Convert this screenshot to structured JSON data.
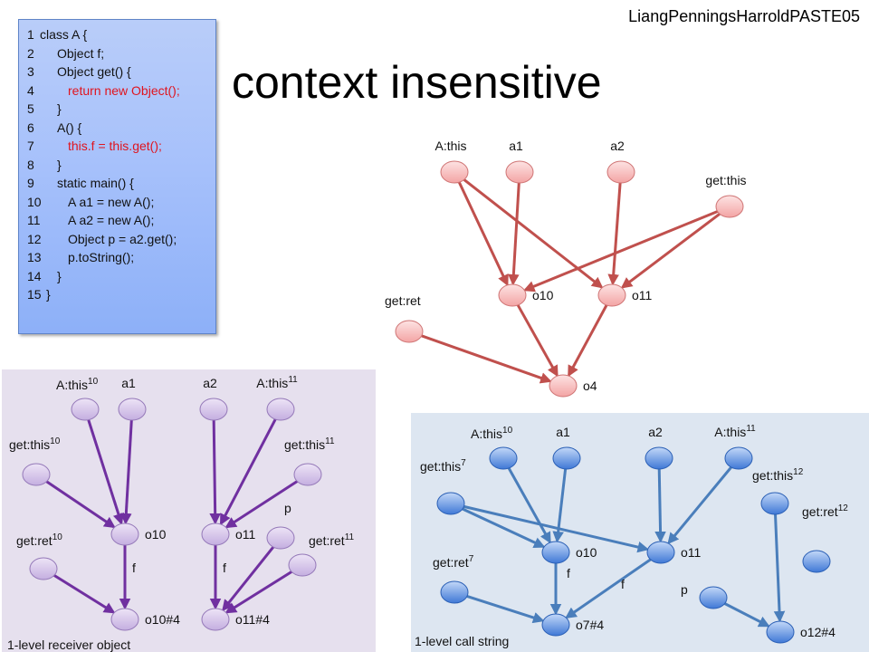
{
  "header": {
    "corner_label": "LiangPenningsHarroldPASTE05",
    "title": "context insensitive"
  },
  "code": [
    {
      "n": "1",
      "text": "class A {",
      "hl": false
    },
    {
      "n": "2",
      "text": "Object f;",
      "hl": false
    },
    {
      "n": "3",
      "text": "Object get() {",
      "hl": false
    },
    {
      "n": "4",
      "text": "return new Object();",
      "hl": true
    },
    {
      "n": "5",
      "text": "}",
      "hl": false
    },
    {
      "n": "6",
      "text": "A() {",
      "hl": false
    },
    {
      "n": "7",
      "text": "this.f = this.get();",
      "hl": true
    },
    {
      "n": "8",
      "text": "}",
      "hl": false
    },
    {
      "n": "9",
      "text": "static main() {",
      "hl": false
    },
    {
      "n": "10",
      "text": "A a1 = new A();",
      "hl": false
    },
    {
      "n": "11",
      "text": "A a2 = new A();",
      "hl": false
    },
    {
      "n": "12",
      "text": "Object p = a2.get();",
      "hl": false
    },
    {
      "n": "13",
      "text": "p.toString();",
      "hl": false
    },
    {
      "n": "14",
      "text": "}",
      "hl": false
    },
    {
      "n": "15",
      "text": "}",
      "hl": false
    }
  ],
  "graphs": [
    {
      "id": "context-insensitive",
      "caption": "",
      "colors": {
        "node_top": "#fde3e3",
        "node_bottom": "#f3a4a4",
        "node_stroke": "#cf7474",
        "edge": "#c0504d"
      },
      "nodes": [
        {
          "id": "athis",
          "label": "A:this",
          "sup": ""
        },
        {
          "id": "a1",
          "label": "a1",
          "sup": ""
        },
        {
          "id": "a2",
          "label": "a2",
          "sup": ""
        },
        {
          "id": "getthis",
          "label": "get:this",
          "sup": ""
        },
        {
          "id": "o10",
          "label": "o10",
          "sup": ""
        },
        {
          "id": "o11",
          "label": "o11",
          "sup": ""
        },
        {
          "id": "getret",
          "label": "get:ret",
          "sup": ""
        },
        {
          "id": "o4",
          "label": "o4",
          "sup": ""
        }
      ],
      "edges": [
        {
          "from": "athis",
          "to": "o10",
          "label": ""
        },
        {
          "from": "athis",
          "to": "o11",
          "label": ""
        },
        {
          "from": "a1",
          "to": "o10",
          "label": ""
        },
        {
          "from": "a2",
          "to": "o11",
          "label": ""
        },
        {
          "from": "getthis",
          "to": "o10",
          "label": ""
        },
        {
          "from": "getthis",
          "to": "o11",
          "label": ""
        },
        {
          "from": "o10",
          "to": "o4",
          "label": ""
        },
        {
          "from": "o11",
          "to": "o4",
          "label": ""
        },
        {
          "from": "getret",
          "to": "o4",
          "label": ""
        }
      ]
    },
    {
      "id": "receiver-object",
      "caption": "1-level receiver object",
      "colors": {
        "node_top": "#ede4f6",
        "node_bottom": "#c4aee0",
        "node_stroke": "#9478b8",
        "edge": "#7030a0"
      },
      "nodes": [
        {
          "id": "athis10",
          "label": "A:this",
          "sup": "10"
        },
        {
          "id": "a1",
          "label": "a1",
          "sup": ""
        },
        {
          "id": "a2",
          "label": "a2",
          "sup": ""
        },
        {
          "id": "athis11",
          "label": "A:this",
          "sup": "11"
        },
        {
          "id": "getthis10",
          "label": "get:this",
          "sup": "10"
        },
        {
          "id": "getthis11",
          "label": "get:this",
          "sup": "11"
        },
        {
          "id": "o10",
          "label": "o10",
          "sup": ""
        },
        {
          "id": "o11",
          "label": "o11",
          "sup": ""
        },
        {
          "id": "getret10",
          "label": "get:ret",
          "sup": "10"
        },
        {
          "id": "getret11",
          "label": "get:ret",
          "sup": "11"
        },
        {
          "id": "p",
          "label": "p",
          "sup": ""
        },
        {
          "id": "o10h4",
          "label": "o10#4",
          "sup": ""
        },
        {
          "id": "o11h4",
          "label": "o11#4",
          "sup": ""
        }
      ],
      "edges": [
        {
          "from": "athis10",
          "to": "o10",
          "label": ""
        },
        {
          "from": "a1",
          "to": "o10",
          "label": ""
        },
        {
          "from": "getthis10",
          "to": "o10",
          "label": ""
        },
        {
          "from": "o10",
          "to": "o10h4",
          "label": "f"
        },
        {
          "from": "getret10",
          "to": "o10h4",
          "label": ""
        },
        {
          "from": "a2",
          "to": "o11",
          "label": ""
        },
        {
          "from": "athis11",
          "to": "o11",
          "label": ""
        },
        {
          "from": "getthis11",
          "to": "o11",
          "label": ""
        },
        {
          "from": "o11",
          "to": "o11h4",
          "label": "f"
        },
        {
          "from": "p",
          "to": "o11h4",
          "label": ""
        },
        {
          "from": "getret11",
          "to": "o11h4",
          "label": ""
        }
      ]
    },
    {
      "id": "call-string",
      "caption": "1-level call string",
      "colors": {
        "node_top": "#c3d8f8",
        "node_bottom": "#3f78d6",
        "node_stroke": "#2a5fb5",
        "edge": "#4a7ebb"
      },
      "nodes": [
        {
          "id": "athis10",
          "label": "A:this",
          "sup": "10"
        },
        {
          "id": "a1",
          "label": "a1",
          "sup": ""
        },
        {
          "id": "a2",
          "label": "a2",
          "sup": ""
        },
        {
          "id": "athis11",
          "label": "A:this",
          "sup": "11"
        },
        {
          "id": "getthis7",
          "label": "get:this",
          "sup": "7"
        },
        {
          "id": "getthis12",
          "label": "get:this",
          "sup": "12"
        },
        {
          "id": "getret12",
          "label": "get:ret",
          "sup": "12"
        },
        {
          "id": "o10",
          "label": "o10",
          "sup": ""
        },
        {
          "id": "o11",
          "label": "o11",
          "sup": ""
        },
        {
          "id": "getret7",
          "label": "get:ret",
          "sup": "7"
        },
        {
          "id": "p",
          "label": "p",
          "sup": ""
        },
        {
          "id": "o7h4",
          "label": "o7#4",
          "sup": ""
        },
        {
          "id": "o12h4",
          "label": "o12#4",
          "sup": ""
        }
      ],
      "edges": [
        {
          "from": "athis10",
          "to": "o10",
          "label": ""
        },
        {
          "from": "a1",
          "to": "o10",
          "label": ""
        },
        {
          "from": "getthis7",
          "to": "o10",
          "label": ""
        },
        {
          "from": "getthis7",
          "to": "o11",
          "label": ""
        },
        {
          "from": "a2",
          "to": "o11",
          "label": ""
        },
        {
          "from": "athis11",
          "to": "o11",
          "label": ""
        },
        {
          "from": "o10",
          "to": "o7h4",
          "label": "f"
        },
        {
          "from": "o11",
          "to": "o7h4",
          "label": "f"
        },
        {
          "from": "getret7",
          "to": "o7h4",
          "label": ""
        },
        {
          "from": "p",
          "to": "o12h4",
          "label": ""
        },
        {
          "from": "getthis12",
          "to": "o12h4",
          "label": ""
        }
      ]
    }
  ]
}
